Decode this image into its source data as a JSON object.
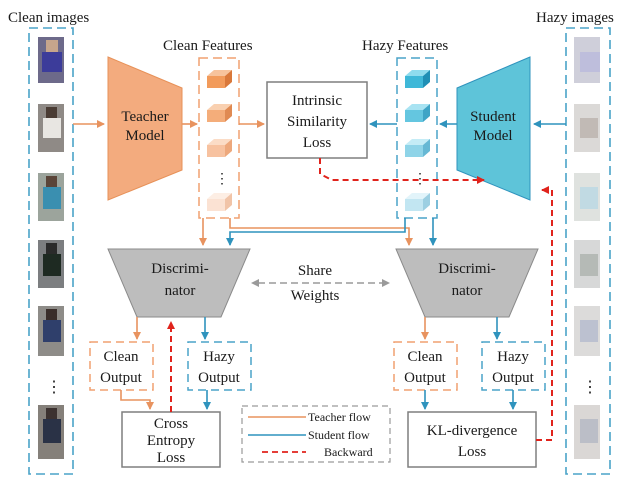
{
  "panels": {
    "clean_images": "Clean images",
    "hazy_images": "Hazy images",
    "clean_features": "Clean Features",
    "hazy_features": "Hazy Features"
  },
  "models": {
    "teacher": [
      "Teacher",
      "Model"
    ],
    "student": [
      "Student",
      "Model"
    ]
  },
  "intrinsic_loss": [
    "Intrinsic",
    "Similarity",
    "Loss"
  ],
  "discriminator": [
    "Discrimi-",
    "nator"
  ],
  "share_weights": [
    "Share",
    "Weights"
  ],
  "outputs": {
    "clean": [
      "Clean",
      "Output"
    ],
    "hazy": [
      "Hazy",
      "Output"
    ]
  },
  "cross_entropy_loss": [
    "Cross",
    "Entropy",
    "Loss"
  ],
  "kl_loss": [
    "KL-divergence",
    "Loss"
  ],
  "legend": {
    "teacher_flow": "Teacher flow",
    "student_flow": "Student flow",
    "backward": "Backward"
  },
  "ellipsis": "⋮",
  "colors": {
    "teacher": "#f2a97c",
    "teacher_dark": "#e58d57",
    "student": "#5fc3d8",
    "student_dark": "#2f93bd",
    "backward": "#e0231c",
    "gray_box": "#7f7f7f",
    "discriminator_fill": "#bcbcbc",
    "frame": "#4aa3c8"
  }
}
